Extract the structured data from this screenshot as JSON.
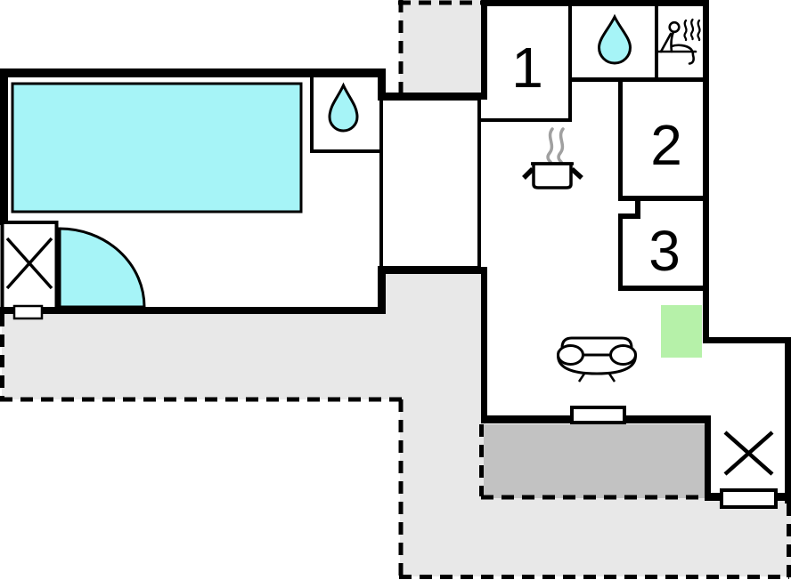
{
  "floorplan": {
    "rooms": [
      {
        "label": "1"
      },
      {
        "label": "2"
      },
      {
        "label": "3"
      }
    ],
    "colors": {
      "background": "#ffffff",
      "wall": "#000000",
      "water": "#a6f4f7",
      "green_area": "#b6f1a9",
      "terrace_light": "#e8e8e8",
      "terrace_dark": "#c2c2c2",
      "steam": "#a0a0a0"
    }
  }
}
